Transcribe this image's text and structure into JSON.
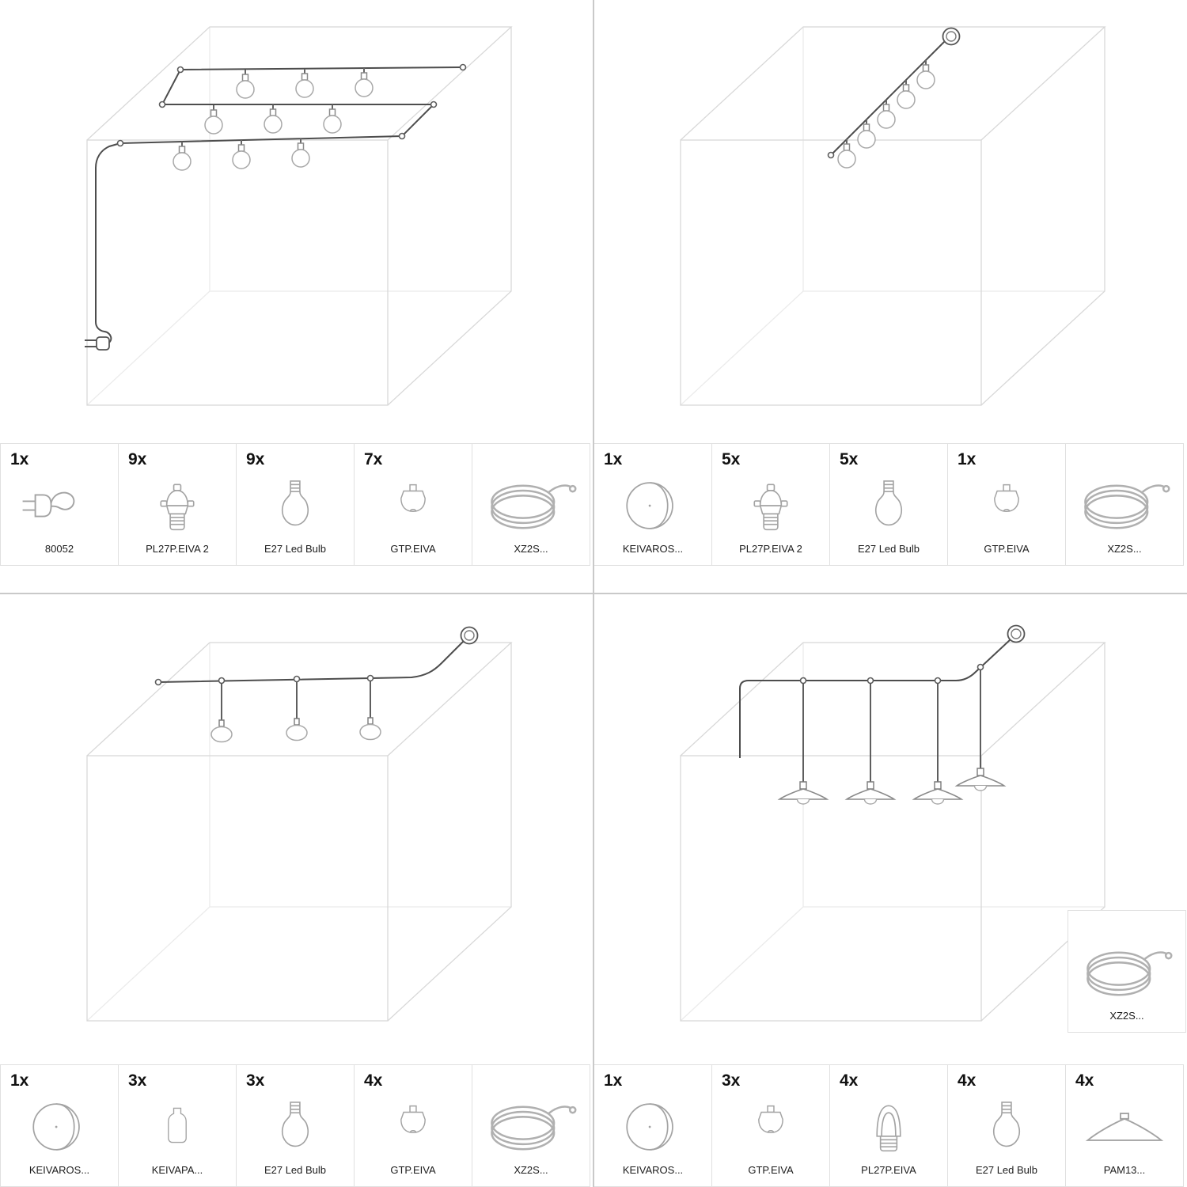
{
  "quadrants": [
    {
      "name": "kit-serpentine-string-with-plug",
      "parts": [
        {
          "qty": "1x",
          "label": "80052",
          "icon": "plug-icon"
        },
        {
          "qty": "9x",
          "label": "PL27P.EIVA 2",
          "icon": "lamp-holder-icon"
        },
        {
          "qty": "9x",
          "label": "E27 Led Bulb",
          "icon": "bulb-icon"
        },
        {
          "qty": "7x",
          "label": "GTP.EIVA",
          "icon": "cable-gland-icon"
        },
        {
          "qty": "",
          "label": "XZ2S...",
          "icon": "cable-coil-icon"
        }
      ]
    },
    {
      "name": "kit-diagonal-string",
      "parts": [
        {
          "qty": "1x",
          "label": "KEIVAROS...",
          "icon": "ceiling-rose-icon"
        },
        {
          "qty": "5x",
          "label": "PL27P.EIVA 2",
          "icon": "lamp-holder-icon"
        },
        {
          "qty": "5x",
          "label": "E27 Led Bulb",
          "icon": "bulb-icon"
        },
        {
          "qty": "1x",
          "label": "GTP.EIVA",
          "icon": "cable-gland-icon"
        },
        {
          "qty": "",
          "label": "XZ2S...",
          "icon": "cable-coil-icon"
        }
      ]
    },
    {
      "name": "kit-three-oval-pendants",
      "parts": [
        {
          "qty": "1x",
          "label": "KEIVAROS...",
          "icon": "ceiling-rose-icon"
        },
        {
          "qty": "3x",
          "label": "KEIVAPA...",
          "icon": "holder-cover-icon"
        },
        {
          "qty": "3x",
          "label": "E27 Led Bulb",
          "icon": "bulb-icon"
        },
        {
          "qty": "4x",
          "label": "GTP.EIVA",
          "icon": "cable-gland-icon"
        },
        {
          "qty": "",
          "label": "XZ2S...",
          "icon": "cable-coil-icon"
        }
      ]
    },
    {
      "name": "kit-four-shade-pendants",
      "extra_part": {
        "qty": "",
        "label": "XZ2S...",
        "icon": "cable-coil-icon"
      },
      "parts": [
        {
          "qty": "1x",
          "label": "KEIVAROS...",
          "icon": "ceiling-rose-icon"
        },
        {
          "qty": "3x",
          "label": "GTP.EIVA",
          "icon": "cable-gland-icon"
        },
        {
          "qty": "4x",
          "label": "PL27P.EIVA",
          "icon": "lamp-holder-arch-icon"
        },
        {
          "qty": "4x",
          "label": "E27 Led Bulb",
          "icon": "bulb-icon"
        },
        {
          "qty": "4x",
          "label": "PAM13...",
          "icon": "flat-shade-icon"
        }
      ]
    }
  ],
  "colors": {
    "cube_line": "#d8d8d8",
    "cube_hidden_line": "#ebebeb",
    "cable_line": "#4d4d4d",
    "part_icon_line": "#a3a3a3",
    "divider": "#c9c9c9"
  }
}
